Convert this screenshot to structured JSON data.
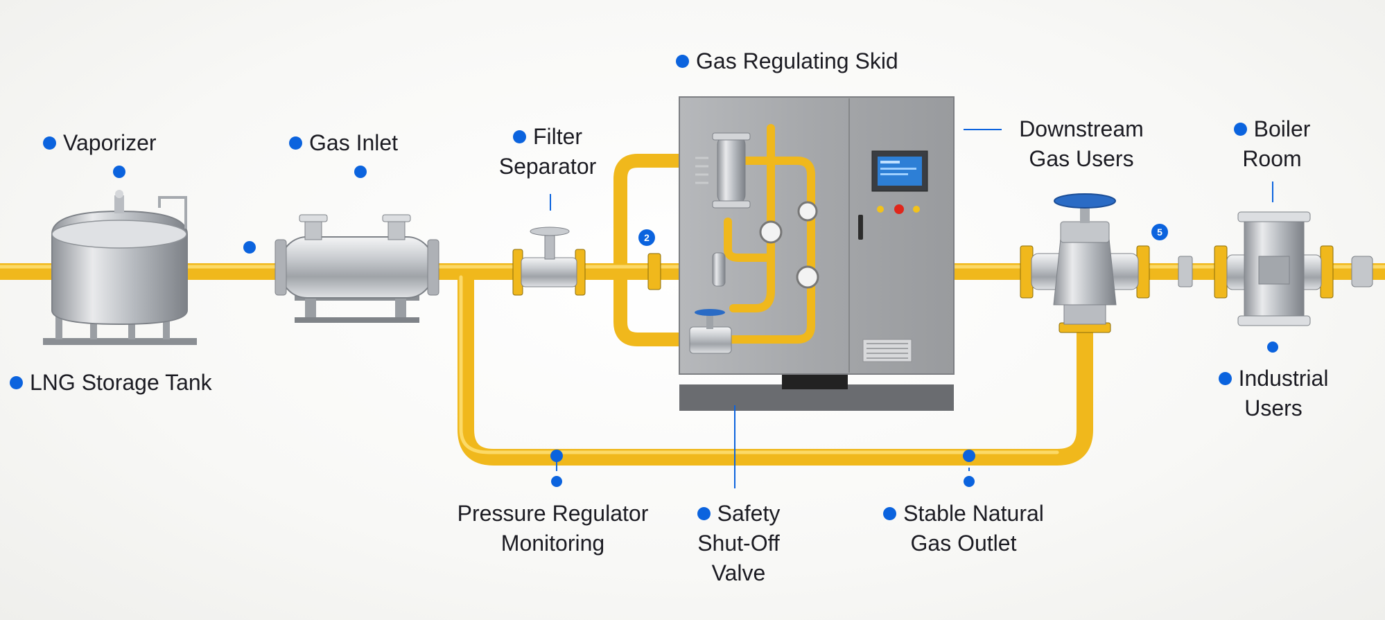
{
  "labels": {
    "gas_regulating_skid": "Gas Regulating Skid",
    "vaporizer": "Vaporizer",
    "gas_inlet": "Gas Inlet",
    "filter_separator": [
      "Filter",
      "Separator"
    ],
    "downstream_gas_users": [
      "Downstream",
      "Gas Users"
    ],
    "boiler_room": [
      "Boiler",
      "Room"
    ],
    "lng_storage_tank": "LNG Storage Tank",
    "industrial_users": [
      "Industrial",
      "Users"
    ],
    "pressure_regulator_monitoring": [
      "Pressure Regulator",
      "Monitoring"
    ],
    "safety_shutoff_valve": [
      "Safety",
      "Shut-Off",
      "Valve"
    ],
    "stable_natural_gas_outlet": [
      "Stable Natural",
      "Gas Outlet"
    ]
  },
  "step_badges": [
    "2",
    "5"
  ],
  "colors": {
    "accent": "#0b63de",
    "pipe": "#f0b81c",
    "steel": "#b9bcc1",
    "cabinet": "#a9abae",
    "text": "#1b1b22"
  }
}
